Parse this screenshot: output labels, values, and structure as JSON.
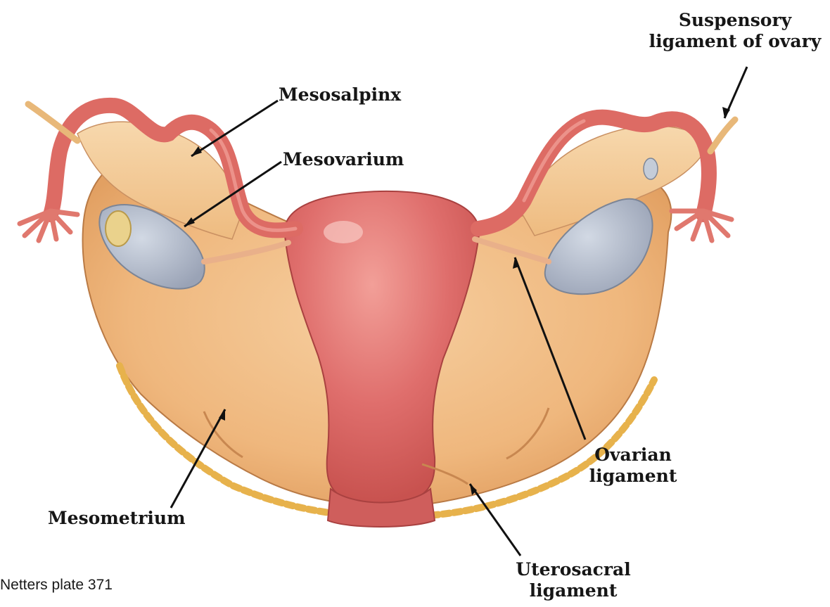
{
  "labels": {
    "suspensory": [
      "Suspensory",
      "ligament of ovary"
    ],
    "mesosalpinx": "Mesosalpinx",
    "mesovarium": "Mesovarium",
    "ovarian": [
      "Ovarian",
      "ligament"
    ],
    "mesometrium": "Mesometrium",
    "uterosacral": [
      "Uterosacral",
      "ligament"
    ]
  },
  "caption": "Netters plate 371",
  "colors": {
    "broad_ligament": "#f0bb84",
    "uterus": "#dc6c6c",
    "tube": "#de7468",
    "ovary": "#b4bccb",
    "leader": "#111111"
  }
}
